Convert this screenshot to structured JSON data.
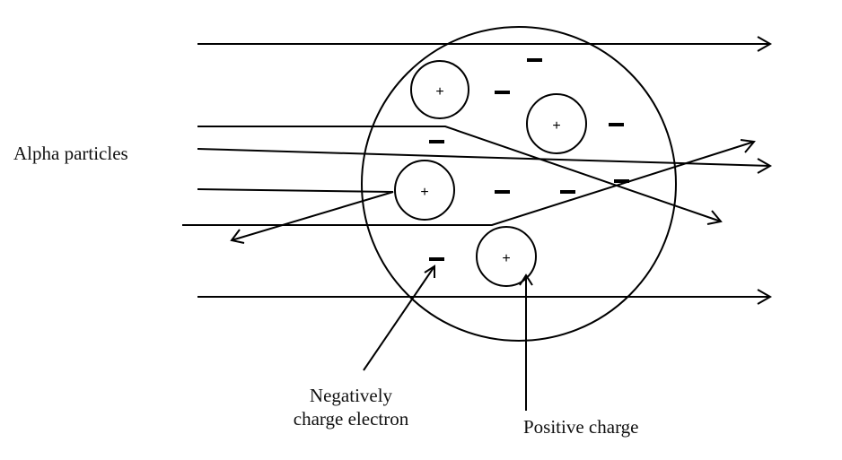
{
  "labels": {
    "alpha_particles": "Alpha particles",
    "negative_line1": "Negatively",
    "negative_line2": "charge electron",
    "positive_charge": "Positive charge"
  },
  "symbols": {
    "plus": "+"
  },
  "colors": {
    "stroke": "#000000",
    "text": "#111111",
    "background": "#ffffff"
  }
}
